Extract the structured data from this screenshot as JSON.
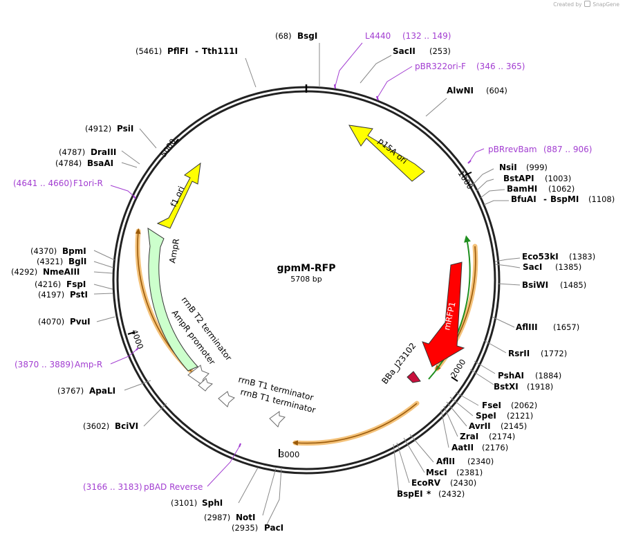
{
  "credit": {
    "prefix": "Created by",
    "brand": "SnapGene"
  },
  "plasmid": {
    "name": "gpmM-RFP",
    "size_label": "5708 bp"
  },
  "ticks": [
    "1000",
    "2000",
    "3000",
    "4000",
    "5000"
  ],
  "sites": [
    {
      "pos": "(68)",
      "name": "BsgI"
    },
    {
      "pos": "(253)",
      "name": "SacII"
    },
    {
      "pos": "(604)",
      "name": "AlwNI"
    },
    {
      "pos": "(999)",
      "name": "NsiI"
    },
    {
      "pos": "(1003)",
      "name": "BstAPI"
    },
    {
      "pos": "(1062)",
      "name": "BamHI"
    },
    {
      "pos": "(1108)",
      "name": "BfuAI",
      "name2": "BspMI"
    },
    {
      "pos": "(1383)",
      "name": "Eco53kI"
    },
    {
      "pos": "(1385)",
      "name": "SacI"
    },
    {
      "pos": "(1485)",
      "name": "BsiWI"
    },
    {
      "pos": "(1657)",
      "name": "AflIII"
    },
    {
      "pos": "(1772)",
      "name": "RsrII"
    },
    {
      "pos": "(1884)",
      "name": "PshAI"
    },
    {
      "pos": "(1918)",
      "name": "BstXI"
    },
    {
      "pos": "(2062)",
      "name": "FseI"
    },
    {
      "pos": "(2121)",
      "name": "SpeI"
    },
    {
      "pos": "(2145)",
      "name": "AvrII"
    },
    {
      "pos": "(2174)",
      "name": "ZraI"
    },
    {
      "pos": "(2176)",
      "name": "AatII"
    },
    {
      "pos": "(2340)",
      "name": "AflII"
    },
    {
      "pos": "(2381)",
      "name": "MscI"
    },
    {
      "pos": "(2430)",
      "name": "EcoRV"
    },
    {
      "pos": "(2432)",
      "name": "BspEI",
      "mark": "*"
    },
    {
      "pos": "(2935)",
      "name": "PacI"
    },
    {
      "pos": "(2987)",
      "name": "NotI"
    },
    {
      "pos": "(3101)",
      "name": "SphI"
    },
    {
      "pos": "(3602)",
      "name": "BciVI"
    },
    {
      "pos": "(3767)",
      "name": "ApaLI"
    },
    {
      "pos": "(4070)",
      "name": "PvuI"
    },
    {
      "pos": "(4197)",
      "name": "PstI"
    },
    {
      "pos": "(4216)",
      "name": "FspI"
    },
    {
      "pos": "(4292)",
      "name": "NmeAIII"
    },
    {
      "pos": "(4321)",
      "name": "BglI"
    },
    {
      "pos": "(4370)",
      "name": "BpmI"
    },
    {
      "pos": "(4784)",
      "name": "BsaAI"
    },
    {
      "pos": "(4787)",
      "name": "DraIII"
    },
    {
      "pos": "(4912)",
      "name": "PsiI"
    },
    {
      "pos": "(5461)",
      "name": "PflFI",
      "name2": "Tth111I"
    }
  ],
  "primers": [
    {
      "name": "L4440",
      "range": "(132 .. 149)"
    },
    {
      "name": "pBR322ori-F",
      "range": "(346 .. 365)"
    },
    {
      "name": "pBRrevBam",
      "range": "(887 .. 906)"
    },
    {
      "name": "F1ori-R",
      "range": "(4641 .. 4660)"
    },
    {
      "name": "Amp-R",
      "range": "(3870 .. 3889)"
    },
    {
      "name": "pBAD Reverse",
      "range": "(3166 .. 3183)"
    }
  ],
  "features": {
    "p15a": "p15A ori",
    "mrfp": "mRFP1",
    "bba": "BBa_J23102",
    "f1": "f1 ori",
    "ampr": "AmpR",
    "rrnb_t2": "rrnB T2 terminator",
    "ampr_prom": "AmpR promoter",
    "rrnb_t1a": "rrnB T1 terminator",
    "rrnb_t1b": "rrnB T1 terminator"
  },
  "colors": {
    "backbone": "#222222",
    "primer": "#a23dd1",
    "ori": "#ffff00",
    "cds_red": "#ff0000",
    "ampr_fill": "#ccffcc",
    "orange_arc": "#f4c27a",
    "green_line": "#1f8f1f",
    "promoter": "#c8103c"
  }
}
